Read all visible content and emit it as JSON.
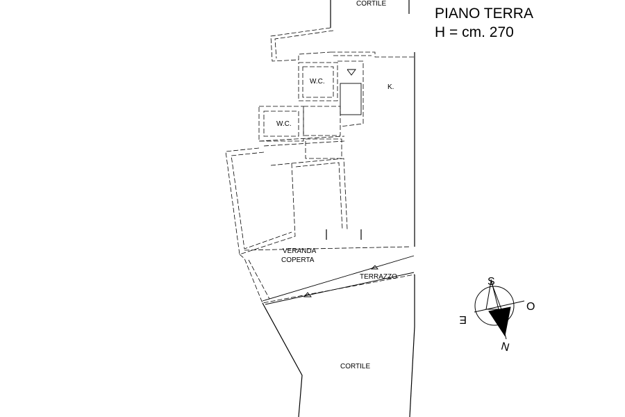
{
  "title": {
    "line1": "PIANO TERRA",
    "line2": "H = cm. 270"
  },
  "labels": {
    "cortile_top": "CORTILE",
    "wc_upper": "W.C.",
    "wc_lower": "W.C.",
    "kitchen": "K.",
    "veranda_line1": "VERANDA",
    "veranda_line2": "COPERTA",
    "terrazzo": "TERRAZZO",
    "cortile_bottom": "CORTILE"
  },
  "compass": {
    "north": "N",
    "south": "S",
    "east": "E",
    "west": "O"
  }
}
